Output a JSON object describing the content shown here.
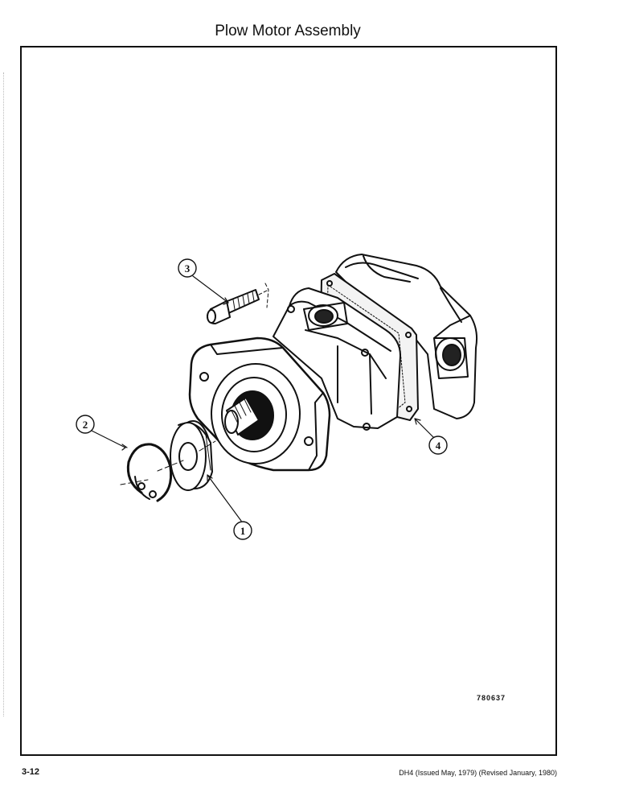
{
  "page": {
    "title": "Plow Motor Assembly",
    "figure_id": "780637",
    "page_number": "3-12",
    "footer": "DH4 (Issued May, 1979) (Revised January, 1980)"
  },
  "callouts": [
    {
      "number": "1",
      "part": "seal"
    },
    {
      "number": "2",
      "part": "retaining-ring"
    },
    {
      "number": "3",
      "part": "cap-screw"
    },
    {
      "number": "4",
      "part": "gasket"
    }
  ]
}
